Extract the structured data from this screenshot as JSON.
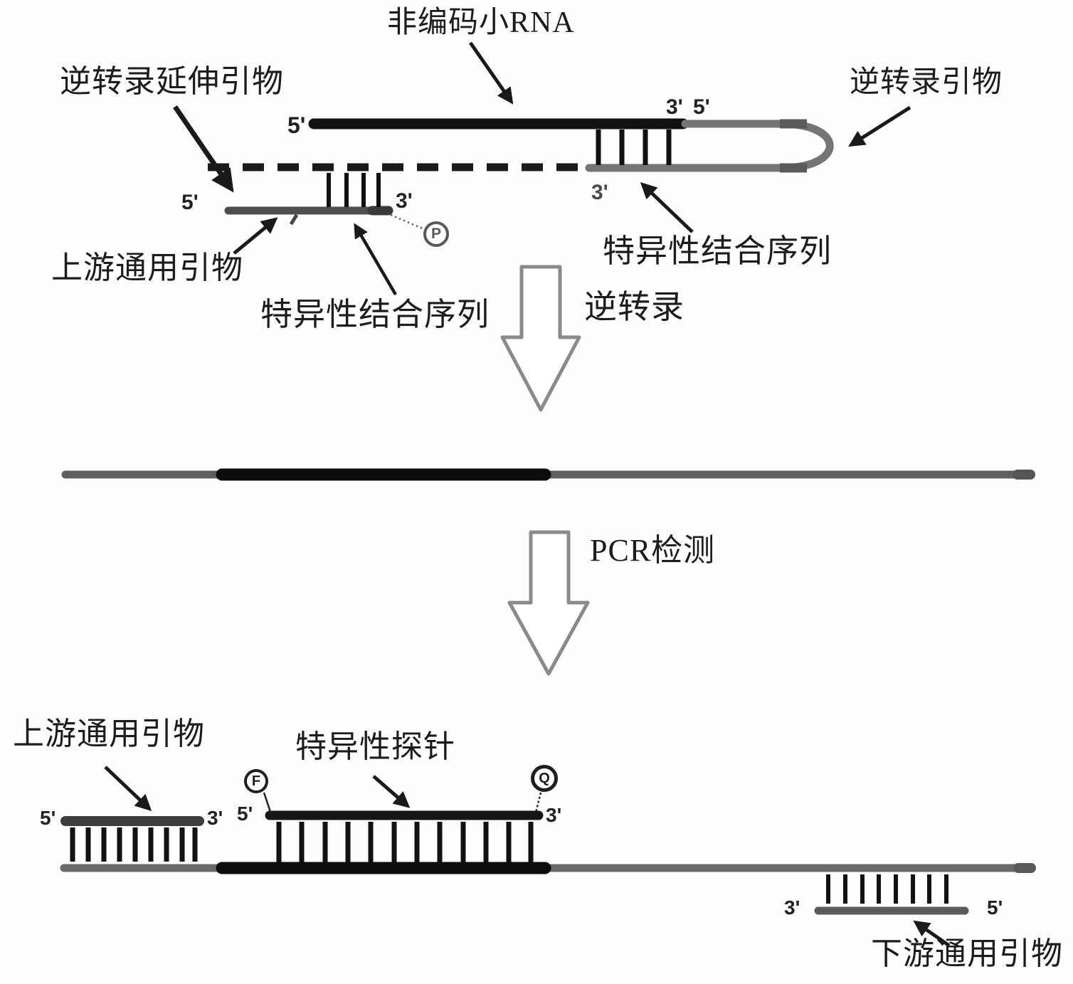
{
  "diagram": {
    "labels": {
      "rt_extension_primer": "逆转录延伸引物",
      "noncoding_small_rna": "非编码小RNA",
      "rt_primer": "逆转录引物",
      "specific_binding_sequence_right": "特异性结合序列",
      "specific_binding_sequence_left": "特异性结合序列",
      "upstream_universal_primer_top": "上游通用引物",
      "reverse_transcription": "逆转录",
      "pcr_detection": "PCR检测",
      "upstream_universal_primer_bottom": "上游通用引物",
      "specific_probe": "特异性探针",
      "downstream_universal_primer": "下游通用引物"
    },
    "markers": {
      "phosphate": "P",
      "fluorophore": "F",
      "quencher": "Q"
    },
    "ends": {
      "rna_5": "5'",
      "rna_3": "3'",
      "rt_primer_5": "5'",
      "cdna_3": "3'",
      "upstream_primer_5": "5'",
      "upstream_primer_3": "3'",
      "amplicon_primer_5": "5'",
      "amplicon_primer_3": "3'",
      "probe_5": "5'",
      "probe_3": "3'",
      "downstream_primer_3": "3'",
      "downstream_primer_5": "5'"
    },
    "colors": {
      "strand_black": "#111111",
      "strand_gray": "#6b6b6b",
      "primer_dark": "#3d3d3d",
      "step_arrow_outline": "#8a8a8a"
    }
  }
}
